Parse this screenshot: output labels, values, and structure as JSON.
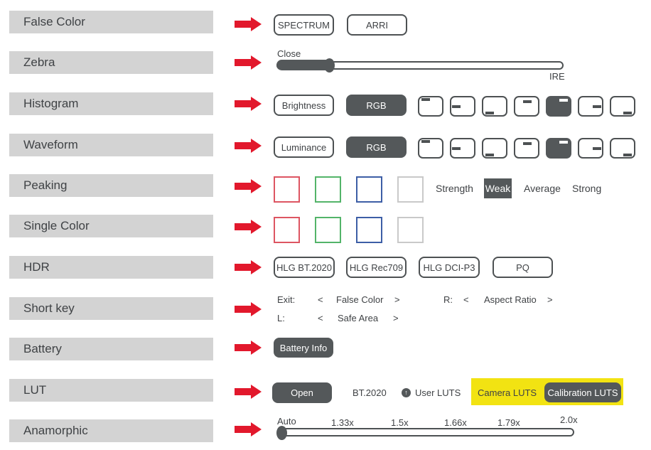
{
  "colors": {
    "arrow_red": "#e2182c",
    "dark_button": "#54585a",
    "highlight_yellow": "#f2e312",
    "swatch_red": "#dd5562",
    "swatch_green": "#53b469",
    "swatch_blue": "#3d5ea6",
    "swatch_white": "#c9c9c9"
  },
  "rows": {
    "false_color": {
      "label": "False Color",
      "spectrum": "SPECTRUM",
      "arri": "ARRI"
    },
    "zebra": {
      "label": "Zebra",
      "value": "Close",
      "unit": "IRE"
    },
    "histogram": {
      "label": "Histogram",
      "mode_brightness": "Brightness",
      "mode_rgb": "RGB",
      "selected_mode": "RGB",
      "positions": [
        "top-left",
        "middle-left",
        "bottom-left",
        "top-center",
        "top-right",
        "middle-right",
        "bottom-right"
      ],
      "selected_position": "top-right"
    },
    "waveform": {
      "label": "Waveform",
      "mode_luminance": "Luminance",
      "mode_rgb": "RGB",
      "selected_mode": "RGB",
      "positions": [
        "top-left",
        "middle-left",
        "bottom-left",
        "top-center",
        "top-right",
        "middle-right",
        "bottom-right"
      ],
      "selected_position": "top-right"
    },
    "peaking": {
      "label": "Peaking",
      "colors": [
        "red",
        "green",
        "blue",
        "white"
      ],
      "strength_label": "Strength",
      "weak": "Weak",
      "average": "Average",
      "strong": "Strong",
      "selected_strength": "Weak"
    },
    "single_color": {
      "label": "Single Color",
      "colors": [
        "red",
        "green",
        "blue",
        "white"
      ]
    },
    "hdr": {
      "label": "HDR",
      "buttons": [
        "HLG BT.2020",
        "HLG Rec709",
        "HLG DCI-P3",
        "PQ"
      ]
    },
    "short_key": {
      "label": "Short key",
      "chevron_left": "<",
      "chevron_right": ">",
      "exit_key": "Exit:",
      "exit_value": "False Color",
      "r_key": "R:",
      "r_value": "Aspect Ratio",
      "l_key": "L:",
      "l_value": "Safe Area"
    },
    "battery": {
      "label": "Battery",
      "button": "Battery Info"
    },
    "lut": {
      "label": "LUT",
      "open": "Open",
      "colorspace": "BT.2020",
      "upload_icon": "circle-up-arrow",
      "upload_glyph": "↑",
      "user_luts": "User LUTS",
      "camera_luts": "Camera LUTS",
      "calibration_luts": "Calibration LUTS"
    },
    "anamorphic": {
      "label": "Anamorphic",
      "options": [
        "Auto",
        "1.33x",
        "1.5x",
        "1.66x",
        "1.79x",
        "2.0x"
      ],
      "selected": "Auto"
    }
  }
}
